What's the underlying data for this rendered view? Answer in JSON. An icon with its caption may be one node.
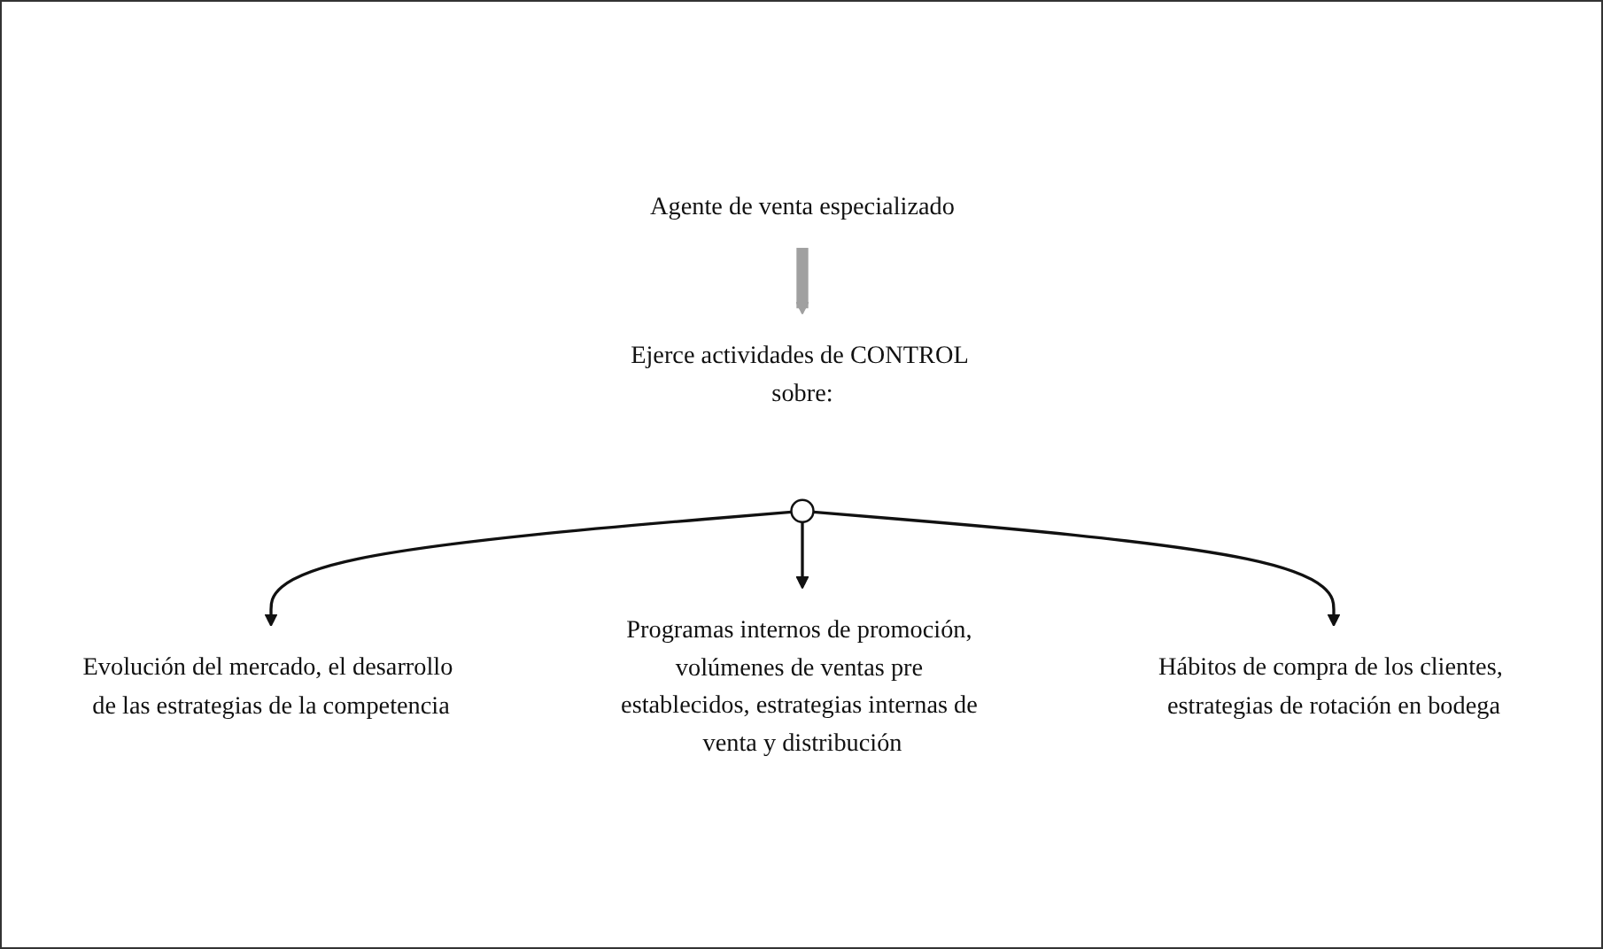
{
  "diagram": {
    "nodes": [
      {
        "text": [
          "Agente de venta especializado"
        ]
      },
      {
        "text": [
          "Ejerce actividades de CONTROL sobre:"
        ]
      },
      {
        "text": [],
        "shape": "circle"
      },
      {
        "text": [
          "Evolución del mercado, el desarrollo de las estrategias de la competencia"
        ]
      },
      {
        "text": [
          "Programas internos de promoción, volúmenes de ventas pre establecidos, estrategias internas de venta y distribución"
        ]
      },
      {
        "text": [
          "Hábitos de compra de los clientes, estrategias de rotación en bodega"
        ]
      }
    ],
    "edges": [
      {
        "from": 0,
        "to": 1,
        "arrow": "to",
        "style": "thick",
        "color": "#a0a0a0"
      },
      {
        "from": 2,
        "to": 3,
        "arrow": "to"
      },
      {
        "from": 2,
        "to": 4,
        "arrow": "to"
      },
      {
        "from": 2,
        "to": 5,
        "arrow": "to"
      }
    ]
  }
}
